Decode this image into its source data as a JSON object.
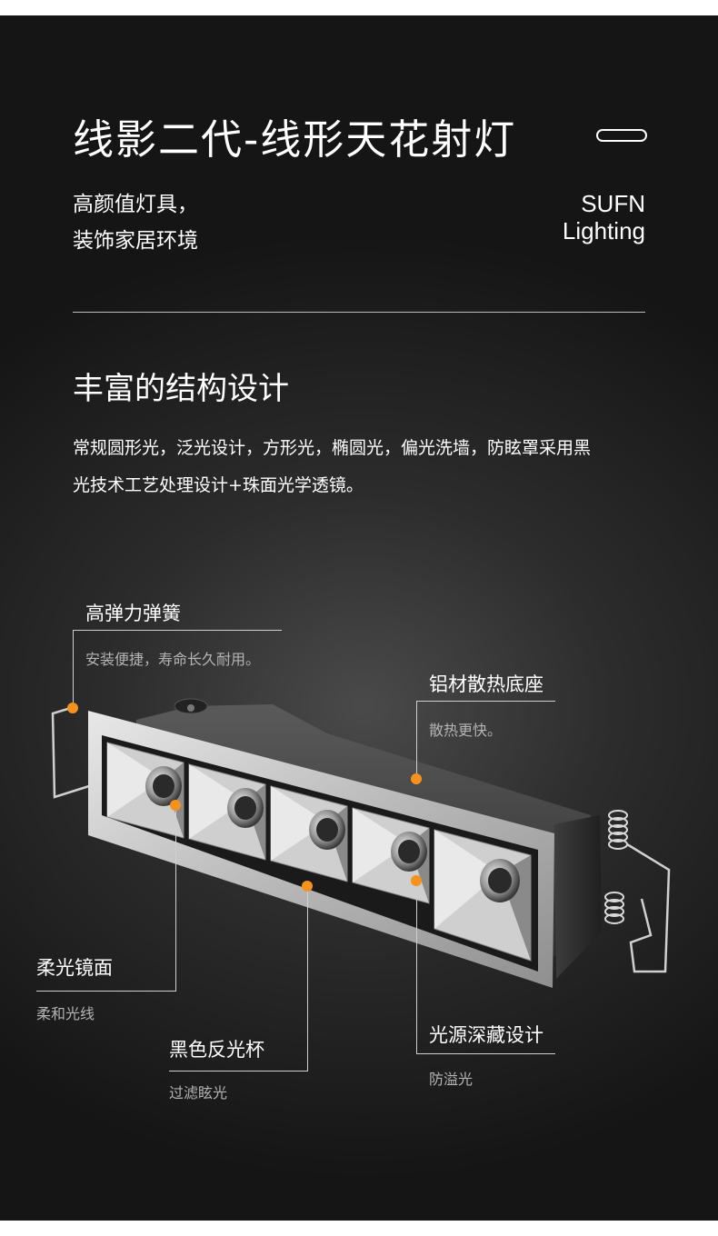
{
  "header": {
    "title": "线影二代-线形天花射灯",
    "subtitle_line1": "高颜值灯具，",
    "subtitle_line2": "装饰家居环境",
    "brand_line1": "SUFN",
    "brand_line2": "Lighting"
  },
  "section": {
    "heading": "丰富的结构设计",
    "desc_line1": "常规圆形光，泛光设计，方形光，椭圆光，偏光洗墙，防眩罩采用黑",
    "desc_line2": "光技术工艺处理设计+珠面光学透镜。"
  },
  "callouts": {
    "spring": {
      "title": "高弹力弹簧",
      "note": "安装便捷，寿命长久耐用。"
    },
    "base": {
      "title": "铝材散热底座",
      "note": "散热更快。"
    },
    "mirror": {
      "title": "柔光镜面",
      "note": "柔和光线"
    },
    "cup": {
      "title": "黑色反光杯",
      "note": "过滤眩光"
    },
    "deep": {
      "title": "光源深藏设计",
      "note": "防溢光"
    }
  },
  "colors": {
    "accent_dot": "#f5921e",
    "background": "#2a2a2a",
    "text": "#ffffff"
  }
}
